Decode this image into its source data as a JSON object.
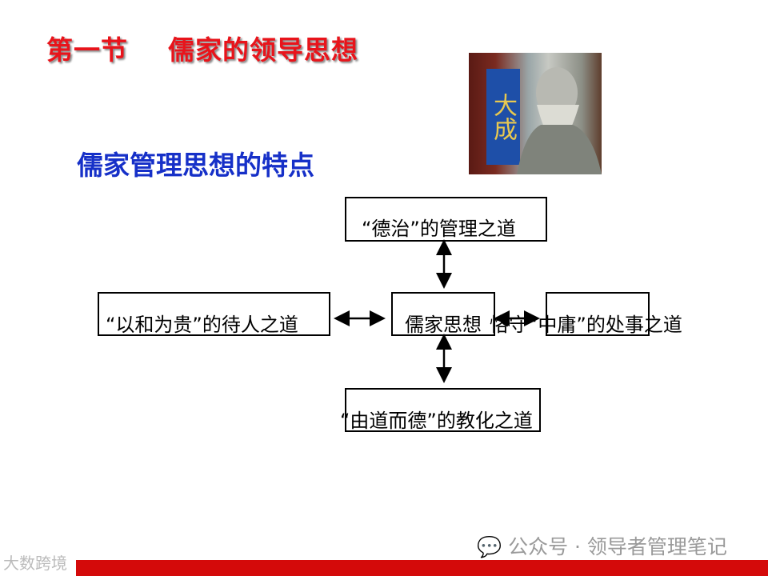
{
  "title": "第一节    儒家的领导思想",
  "subtitle": "儒家管理思想的特点",
  "photo": {
    "sign_text": "大成"
  },
  "diagram": {
    "top": "“德治”的管理之道",
    "left": "“以和为贵”的待人之道",
    "center": "儒家思想",
    "right": "恪守“中庸”的处事之道",
    "bottom": "“由道而德”的教化之道"
  },
  "watermark": {
    "account": "公众号 · 领导者管理笔记",
    "corner": "大数跨境"
  },
  "colors": {
    "title": "#e8141b",
    "subtitle": "#1630c8",
    "footer_bar": "#d40a0a"
  }
}
